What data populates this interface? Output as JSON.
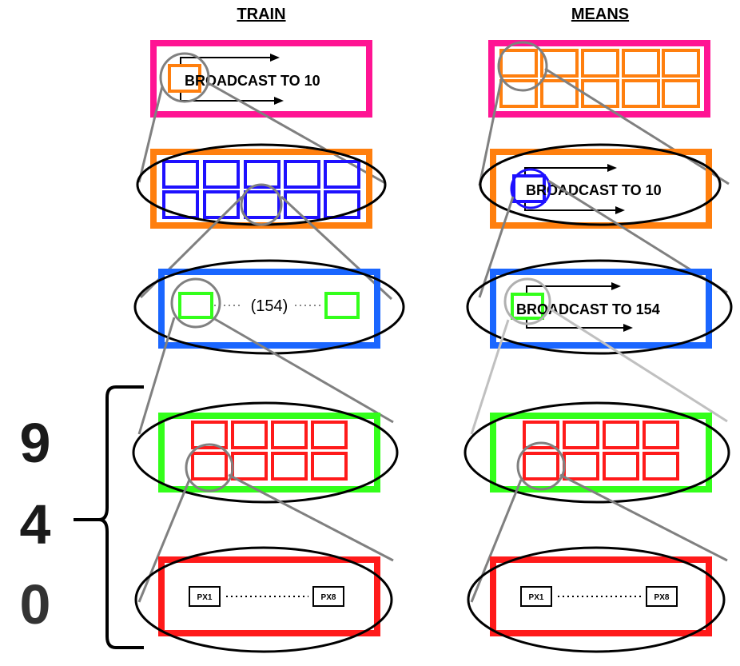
{
  "headers": {
    "train": "TRAIN",
    "means": "MEANS"
  },
  "train": {
    "broadcast_top": "BROADCAST TO 10",
    "count_label": "(154)",
    "px_first": "PX1",
    "px_last": "PX8"
  },
  "means": {
    "broadcast_level2": "BROADCAST TO 10",
    "broadcast_level3": "BROADCAST TO 154",
    "px_first": "PX1",
    "px_last": "PX8"
  },
  "digits": [
    "9",
    "4",
    "0"
  ],
  "colors": {
    "pink": "#ff1493",
    "orange": "#ff7f0e",
    "blue_dark": "#1e10ff",
    "blue": "#1a66ff",
    "green": "#33ff1a",
    "red": "#ff1a1a",
    "connector": "#808080",
    "connector_light": "#c0c0c0"
  }
}
